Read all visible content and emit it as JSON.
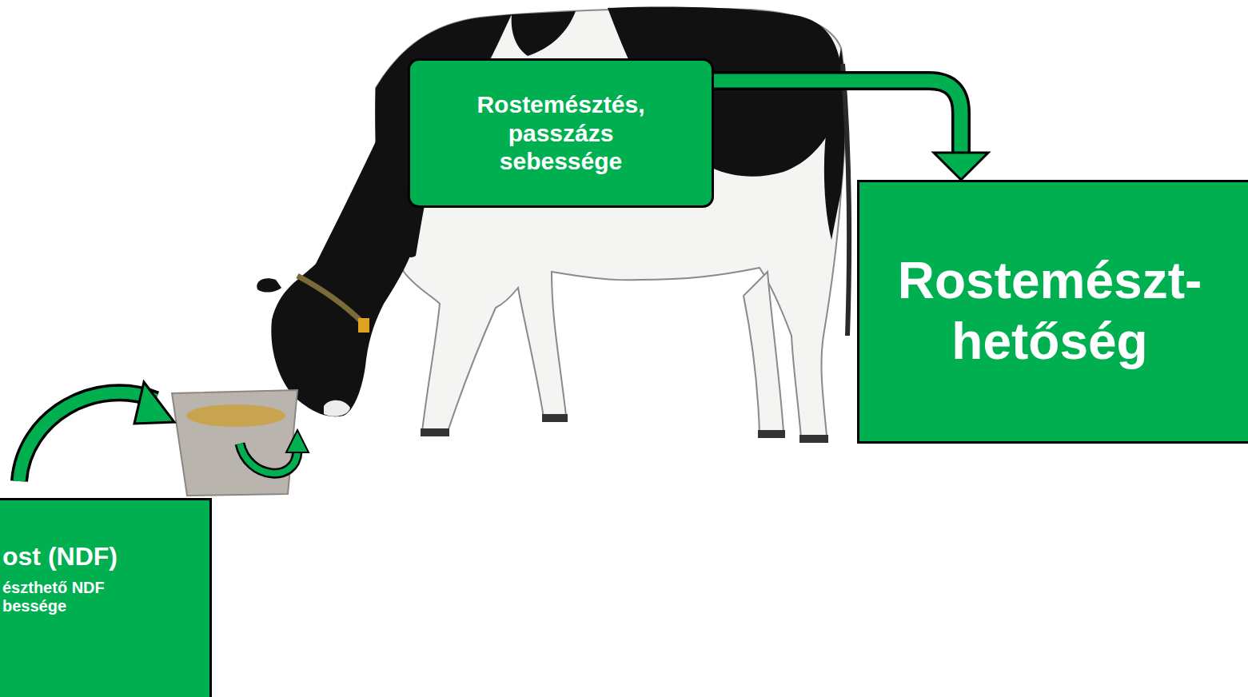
{
  "diagram": {
    "nodes": [
      {
        "text": [
          "ost (NDF)",
          "észthető NDF bessége"
        ]
      },
      {
        "text": [
          "Rostemésztés, passzázs sebessége"
        ]
      },
      {
        "text": [
          "Rostemészt- hetőség"
        ]
      }
    ],
    "edges": [
      {
        "from": 1,
        "to": 2,
        "arrow": "to"
      }
    ]
  }
}
